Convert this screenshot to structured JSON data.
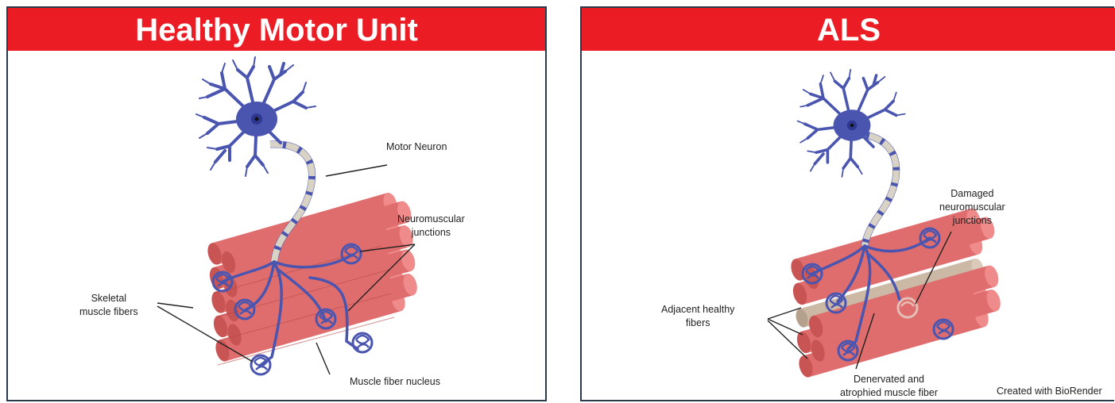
{
  "left_panel": {
    "title": "Healthy Motor Unit",
    "labels": {
      "motor_neuron": "Motor Neuron",
      "nmj_line1": "Neuromuscular",
      "nmj_line2": "junctions",
      "skeletal_line1": "Skeletal",
      "skeletal_line2": "muscle fibers",
      "nucleus": "Muscle fiber nucleus"
    }
  },
  "right_panel": {
    "title": "ALS",
    "labels": {
      "damaged_line1": "Damaged",
      "damaged_line2": "neuromuscular",
      "damaged_line3": "junctions",
      "adjacent_line1": "Adjacent healthy",
      "adjacent_line2": "fibers",
      "denervated_line1": "Denervated and",
      "denervated_line2": "atrophied muscle fiber"
    },
    "credit": "Created with BioRender"
  },
  "colors": {
    "banner": "#ec1c24",
    "neuron": "#4a55b0",
    "muscle": "#e06d6d",
    "myelin": "#d9d3c6",
    "atrophied": "#cbb9a6"
  }
}
